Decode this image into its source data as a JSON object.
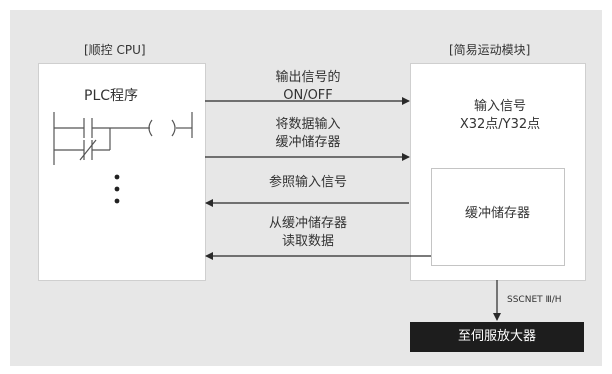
{
  "cpu": {
    "header": "[顺控 CPU]",
    "program_label": "PLC程序"
  },
  "module": {
    "header": "[简易运动模块]",
    "input_signal_line1": "输入信号",
    "input_signal_line2": "X32点/Y32点",
    "buffer_label": "缓冲储存器"
  },
  "arrows": [
    {
      "line1": "输出信号的",
      "line2": "ON/OFF",
      "direction": "right"
    },
    {
      "line1": "将数据输入",
      "line2": "缓冲储存器",
      "direction": "right"
    },
    {
      "line1": "参照输入信号",
      "line2": "",
      "direction": "left"
    },
    {
      "line1": "从缓冲储存器",
      "line2": "读取数据",
      "direction": "left"
    }
  ],
  "network_label": "SSCNET Ⅲ/H",
  "servo_label": "至伺服放大器"
}
